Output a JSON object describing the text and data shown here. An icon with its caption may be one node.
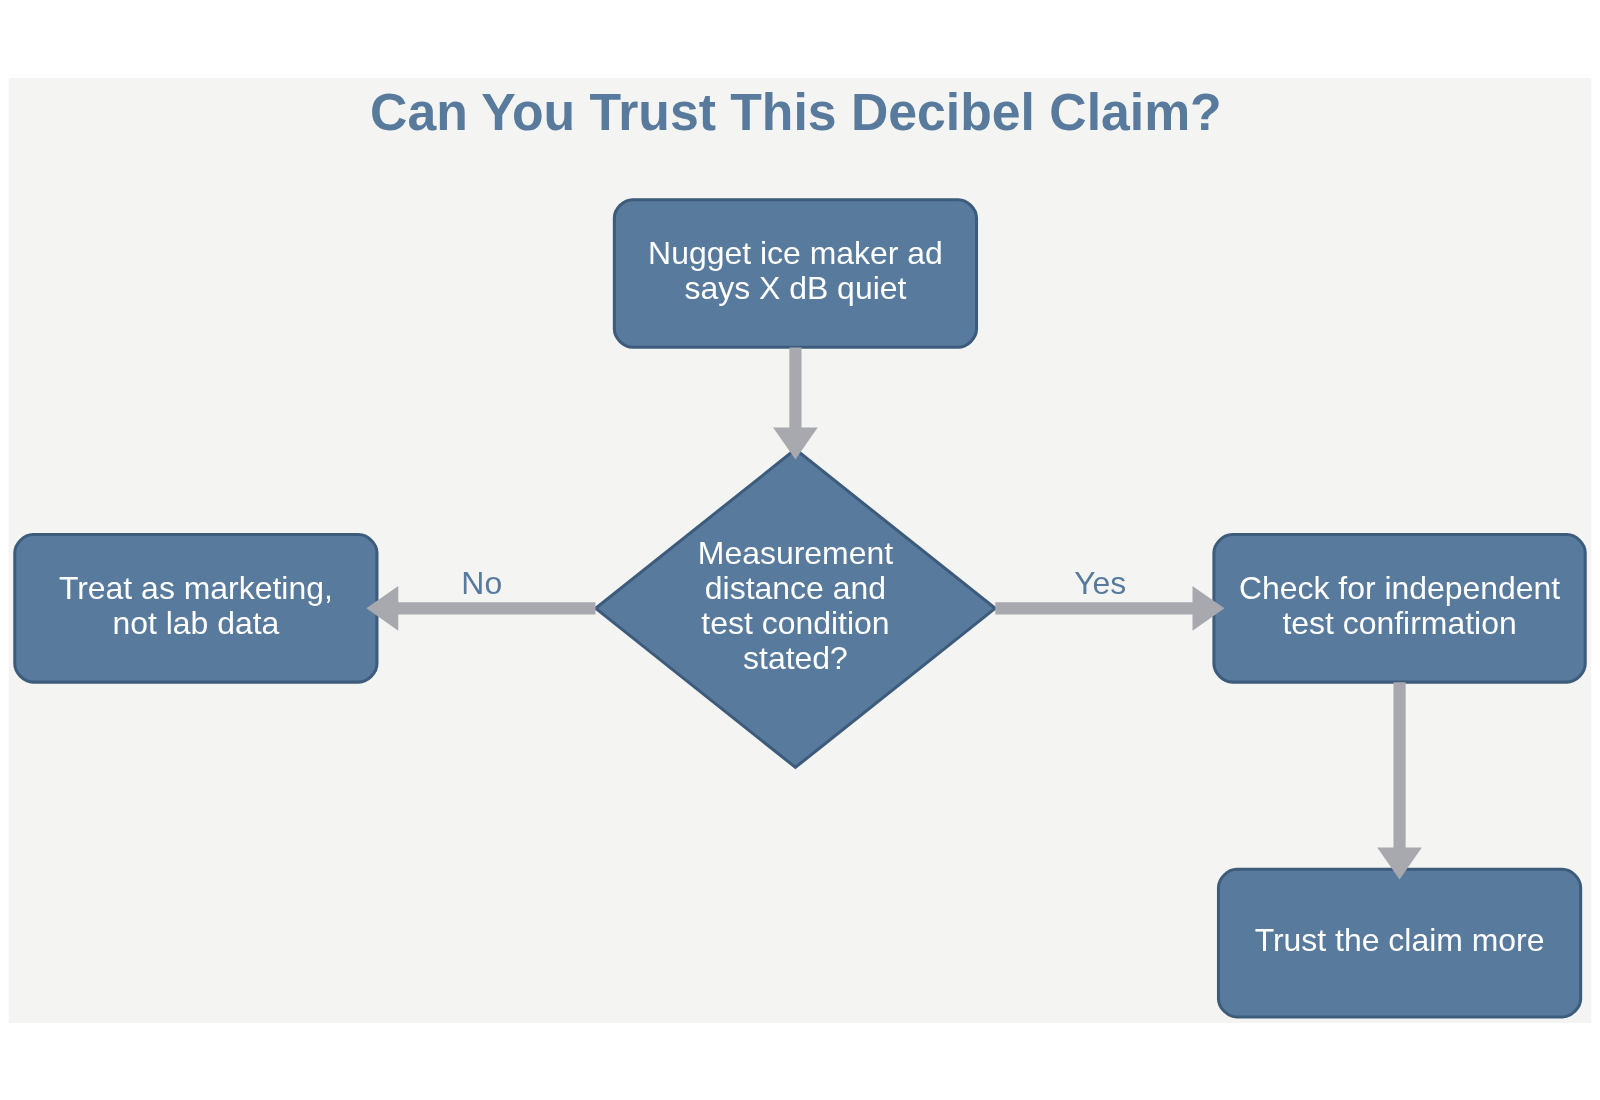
{
  "diagram": {
    "title": "Can You Trust This Decibel Claim?",
    "nodes": [
      {
        "text": [
          "Nugget ice maker ad says X dB quiet"
        ]
      },
      {
        "text": [
          "Treat as marketing, not lab data"
        ]
      },
      {
        "text": [
          "Measurement distance and test condition stated?"
        ]
      },
      {
        "text": [
          "Check for independent test confirmation"
        ]
      },
      {
        "text": [
          "Trust the claim more"
        ]
      }
    ],
    "edges": [
      {
        "from": 0,
        "to": 2,
        "arrow": "to"
      },
      {
        "from": 2,
        "to": 1,
        "arrow": "to",
        "label": "No"
      },
      {
        "from": 2,
        "to": 3,
        "arrow": "to",
        "label": "Yes"
      },
      {
        "from": 3,
        "to": 4,
        "arrow": "to"
      }
    ]
  }
}
